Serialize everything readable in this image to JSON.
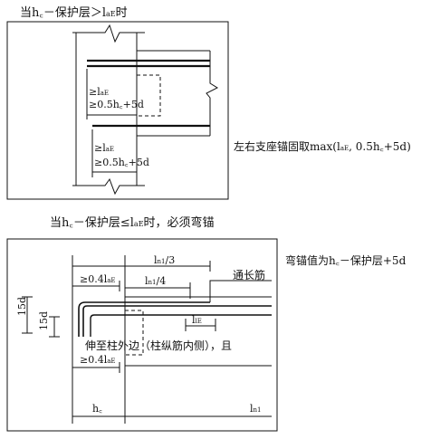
{
  "diagram1": {
    "caption": "当h꜀－保护层＞l",
    "caption_sub": "aE",
    "caption_tail": "时",
    "anchor1": "≥l",
    "anchor1_sub": "aE",
    "anchor1b": "≥0.5h꜀+5d",
    "anchor2": "≥l",
    "anchor2_sub": "aE",
    "anchor2b": "≥0.5h꜀+5d",
    "side_note": "左右支座锚固取max(l",
    "side_note_sub": "aE",
    "side_note_tail": ", 0.5h꜀+5d)"
  },
  "diagram2": {
    "caption": "当h꜀－保护层≤l",
    "caption_sub": "aE",
    "caption_tail": "时，必须弯锚",
    "side_note": "弯锚值为h꜀－保护层+5d",
    "dim_041_top": "≥0.4l",
    "dim_041_top_sub": "aE",
    "dim_ln3": "l",
    "dim_ln3_sub": "n1",
    "dim_ln3_tail": "/3",
    "dim_ln4": "l",
    "dim_ln4_sub": "n1",
    "dim_ln4_tail": "/4",
    "through_bar": "通长筋",
    "dim_15d_a": "15d",
    "dim_15d_b": "15d",
    "dim_lle": "l",
    "dim_lle_sub": "lE",
    "extend_note": "伸至柱外边（柱纵筋内侧），且",
    "dim_041_bottom": "≥0.4l",
    "dim_041_bottom_sub": "aE",
    "dim_hc": "h꜀",
    "dim_ln": "l",
    "dim_ln_sub": "n1"
  }
}
